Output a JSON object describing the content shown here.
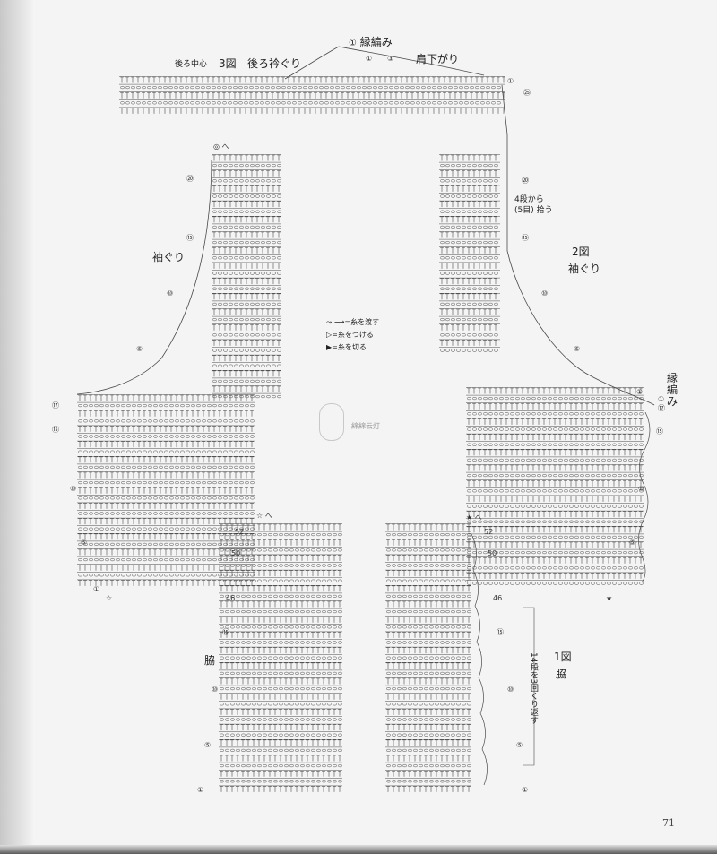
{
  "labels": {
    "border_top": "縁編み",
    "back_center": "後ろ中心",
    "fig3": "3図",
    "back_neck": "後ろ衿ぐり",
    "shoulder_slope": "肩下がり",
    "armhole_left": "袖ぐり",
    "fig2": "2図",
    "armhole_right": "袖ぐり",
    "pickup": "4段から\n(5目) 拾う",
    "border_right": "縁\n編\nみ",
    "side_left": "脇",
    "fig1": "1図",
    "side_right": "脇",
    "repeat_note": "14段を3回くり返す",
    "watermark": "綿綿云灯",
    "page_number": "71"
  },
  "legend": [
    {
      "symbol": "⤳ ⟶",
      "text": "=糸を渡す"
    },
    {
      "symbol": "▷",
      "text": "=糸をつける"
    },
    {
      "symbol": "▶",
      "text": "=糸を切る"
    }
  ],
  "row_markers": {
    "top_band": [
      "①",
      "③",
      "①",
      "㉕"
    ],
    "back_piece_left": [
      "◎ へ",
      "⑳",
      "⑮",
      "⑩",
      "⑤"
    ],
    "back_piece_right": [
      "⑳",
      "⑮",
      "⑩",
      "⑤"
    ],
    "sleeve_left": [
      "⑰",
      "⑮",
      "⑩",
      "⑤",
      "①",
      "☆"
    ],
    "sleeve_right": [
      "①",
      "①",
      "⑰",
      "⑮",
      "⑩",
      "⑤",
      "★"
    ],
    "body_left": [
      "☆ へ",
      "52",
      "50",
      "46",
      "⑮",
      "⑩",
      "⑤",
      "①"
    ],
    "body_right": [
      "★ へ",
      "52",
      "50",
      "46",
      "⑮",
      "⑩",
      "⑤",
      "①"
    ]
  },
  "colors": {
    "ink": "#4a4a4a",
    "paper": "#f4f4f4"
  }
}
